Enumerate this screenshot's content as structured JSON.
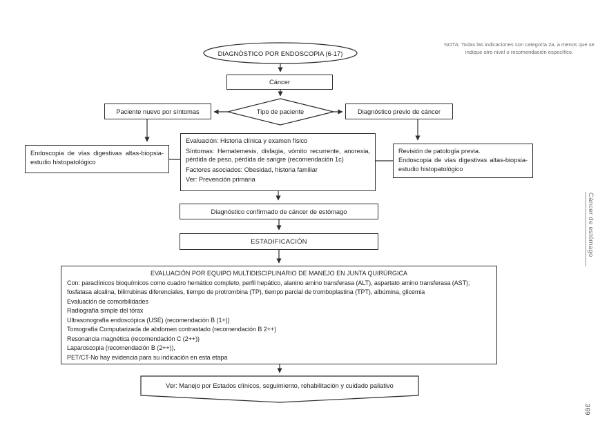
{
  "page": {
    "note": "NOTA: Todas las indicaciones son categoría 2a, a menos que se indique otro nivel o recomendación específico.",
    "sidebar_label": "Cáncer de estómago",
    "page_number": "369"
  },
  "colors": {
    "line": "#2c2c2c",
    "text": "#1d1d1d",
    "muted_text": "#6b6b6b",
    "background": "#ffffff"
  },
  "flowchart": {
    "start": "DIAGNÓSTICO POR ENDOSCOPIA (6-17)",
    "cancer": "Cáncer",
    "decision": "Tipo de paciente",
    "new_patient": "Paciente nuevo por síntomas",
    "previous_diagnosis": "Diagnóstico previo de cáncer",
    "endoscopy_biopsy": "Endoscopia de vías digestivas altas-biopsia-estudio histopatológico",
    "evaluation": {
      "line1": "Evaluación: Historia clínica y examen físico",
      "line2": "Síntomas: Hematemesis, disfagia, vómito recurrente, anorexia, pérdida de peso, pérdida de sangre (recomendación 1c)",
      "line3": "Factores asociados: Obesidad, historia familiar",
      "line4": "Ver: Prevención primaria"
    },
    "pathology_review": {
      "line1": "Revisión de patología previa.",
      "line2": "Endoscopia de vías digestivas altas-biopsia-estudio histopatológico"
    },
    "confirmed": "Diagnóstico confirmado de cáncer de estómago",
    "staging": "ESTADIFICACIÓN",
    "mdt_box": {
      "title": "EVALUACIÓN POR EQUIPO MULTIDISCIPLINARIO DE MANEJO EN JUNTA QUIRÚRGICA",
      "lines": [
        "Con: paraclínicos bioquímicos como cuadro hemático completo, perfil hepático, alanino amino  transferasa (ALT), aspartato amino transferasa (AST);",
        "fosfatasa alcalina, bilirrubinas diferenciales, tiempo de protrombina (TP), tiempo parcial de tromboplastina (TPT), albúmina, glicemia",
        "Evaluación de comorbilidades",
        "Radiografía simple del tórax",
        "Ultrasonografía endoscópica (USE) (recomendación B (1+))",
        "Tomografía Computarizada de abdomen contrastado (recomendación B 2++)",
        "Resonancia magnética (recomendación C (2++))",
        "Laparoscopia (recomendación B (2++)),",
        "PET/CT-No hay evidencia para su indicación en esta etapa"
      ]
    },
    "footer_banner": "Ver: Manejo por Estados clínicos, seguimiento, rehabilitación y cuidado paliativo"
  }
}
